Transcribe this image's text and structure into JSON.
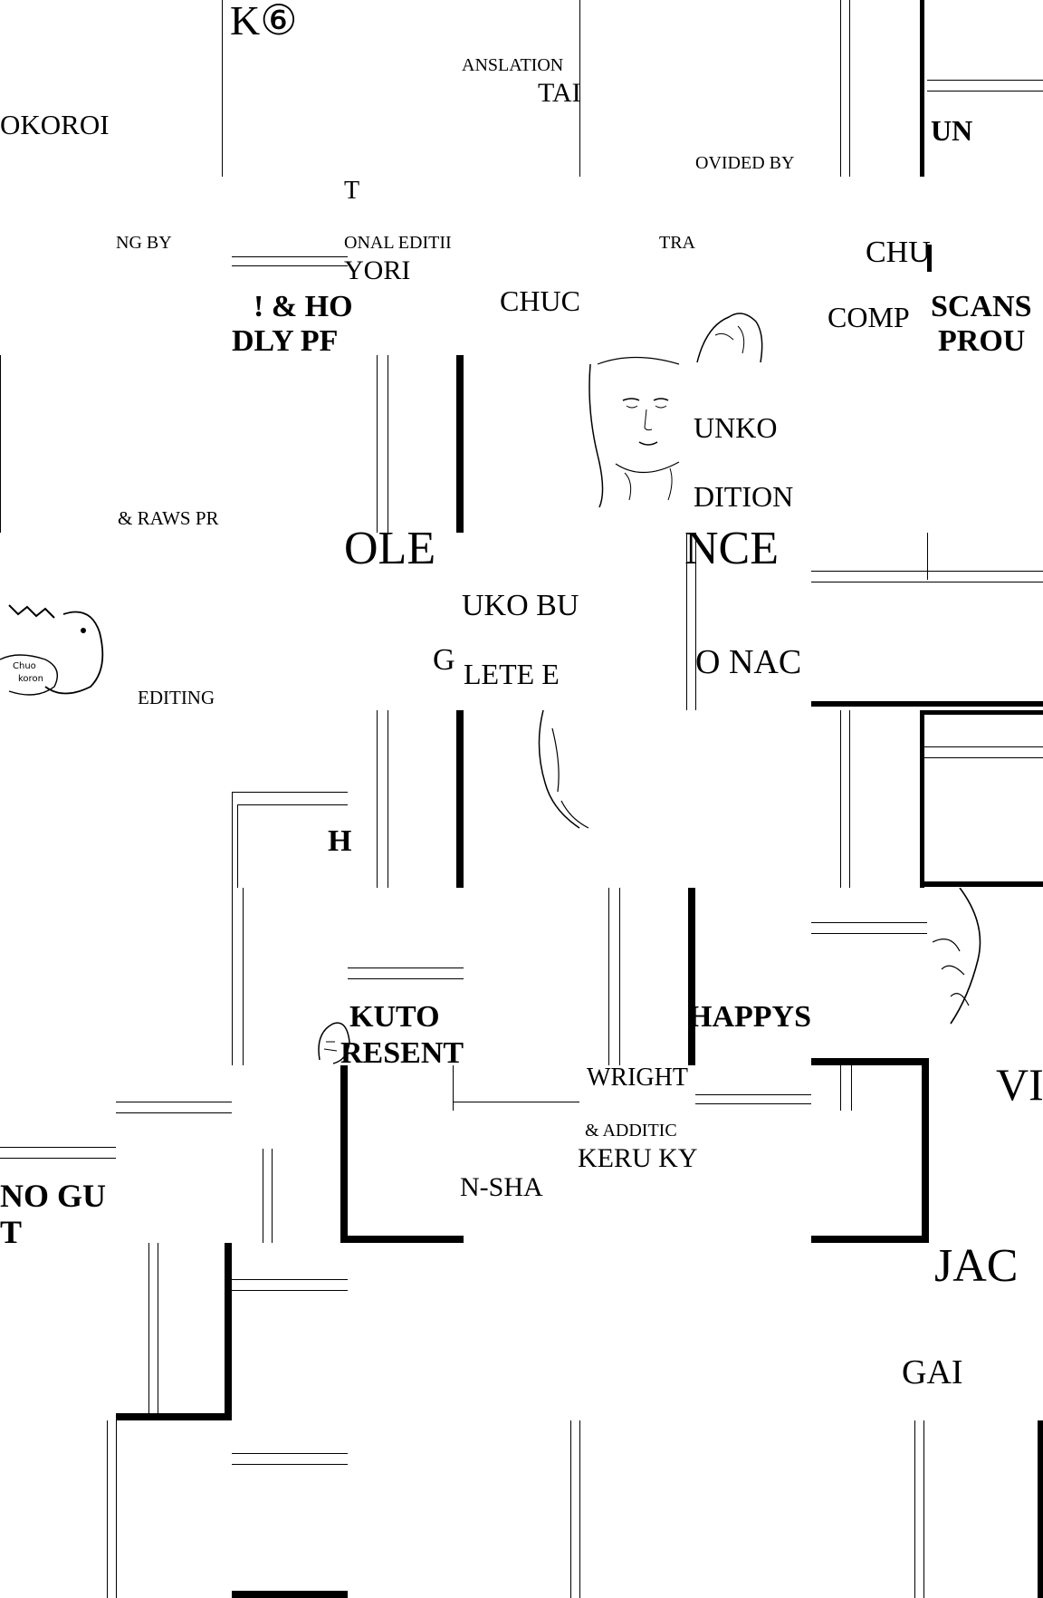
{
  "fragments": {
    "f01": "K⑥",
    "f02": "OKOROI",
    "f03": "ANSLATION",
    "f04": "TAI",
    "f05": "UN",
    "f06": "OVIDED BY",
    "f07": "T",
    "f08": "NG BY",
    "f09": "ONAL EDITII",
    "f10": "YORI",
    "f11": "TRA",
    "f12": "CHU",
    "f13": "! & HO",
    "f14": "DLY PF",
    "f15": "CHUC",
    "f16": "COMP",
    "f17": "SCANS",
    "f18": "PROU",
    "f19": "UNKO",
    "f20": "DITION",
    "f21": "& RAWS PR",
    "f22": "OLE",
    "f23": "NCE",
    "f24": "UKO BU",
    "f25": "G",
    "f26": "LETE E",
    "f27": "O NAC",
    "f28": "EDITING",
    "f29": "H",
    "f30": "KUTO",
    "f31": "RESENT",
    "f32": "HAPPYS",
    "f33": "WRIGHT",
    "f34": "VI",
    "f35": "& ADDITIC",
    "f36": "KERU KY",
    "f37": "N-SHA",
    "f38": "NO GU",
    "f39": "T",
    "f40": "JAC",
    "f41": "GAI"
  },
  "images": [
    "bird-drawing",
    "girl-portrait-sketch",
    "bird-logo",
    "bird-sketch-right"
  ]
}
